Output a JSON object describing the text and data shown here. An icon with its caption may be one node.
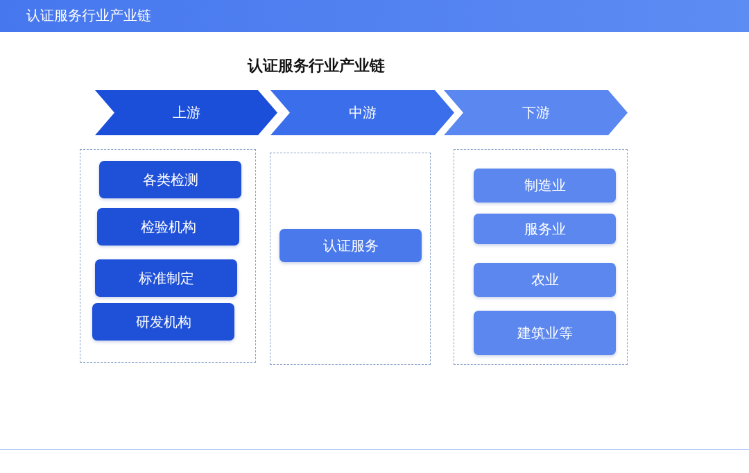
{
  "diagram": {
    "title": "认证服务行业产业链",
    "nodes": [
      {
        "text": [
          "上游"
        ]
      },
      {
        "text": [
          "中游"
        ]
      },
      {
        "text": [
          "下游"
        ]
      },
      {
        "text": [],
        "shape": "box"
      },
      {
        "text": [],
        "shape": "box"
      },
      {
        "text": [],
        "shape": "box"
      },
      {
        "text": [
          "各类检测"
        ],
        "in": 3
      },
      {
        "text": [
          "检验机构"
        ],
        "in": 3
      },
      {
        "text": [
          "标准制定"
        ],
        "in": 3
      },
      {
        "text": [
          "研发机构"
        ],
        "in": 3
      },
      {
        "text": [
          "认证服务"
        ],
        "in": 4
      },
      {
        "text": [
          "制造业"
        ],
        "in": 5
      },
      {
        "text": [
          "服务业"
        ],
        "in": 5
      },
      {
        "text": [
          "农业"
        ],
        "in": 5
      },
      {
        "text": [
          "建筑业等"
        ],
        "in": 5
      }
    ],
    "labels": [
      "认证服务行业产业链"
    ]
  }
}
